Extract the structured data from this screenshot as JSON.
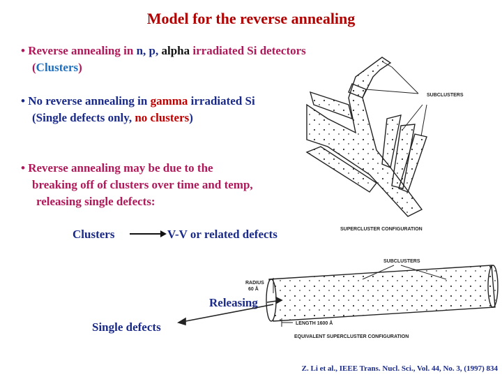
{
  "title": "Model for the reverse annealing",
  "bullets": [
    {
      "line1": {
        "bullet": "• Reverse annealing in ",
        "p1": "n, p,",
        "p2": " alpha",
        "p3": " irradiated Si detectors"
      },
      "line2": {
        "open": "(",
        "hl": "Clusters",
        "close": ")"
      }
    },
    {
      "line1": {
        "a": "• No reverse annealing in ",
        "hl": "gamma",
        "b": " irradiated Si"
      },
      "line2": {
        "a": "(Single defects only, ",
        "hl": "no clusters",
        "b": ")"
      }
    },
    {
      "line1": "• Reverse annealing may be due to the",
      "line2": "breaking off of clusters over time and temp,",
      "line3": "releasing single defects:"
    }
  ],
  "flow": {
    "from": "Clusters",
    "to": "V-V or related defects"
  },
  "releasing": "Releasing",
  "single_defects": "Single defects",
  "figure": {
    "subclusters_top": "SUBCLUSTERS",
    "supercluster_caption": "SUPERCLUSTER CONFIGURATION",
    "subclusters_bottom": "SUBCLUSTERS",
    "radius": "RADIUS",
    "radius_value": "60 Å",
    "length": "LENGTH 1600 Å",
    "equivalent_caption": "EQUIVALENT SUPERCLUSTER CONFIGURATION"
  },
  "citation": "Z. Li et al., IEEE Trans. Nucl. Sci., Vol. 44, No. 3, (1997) 834",
  "colors": {
    "title": "#b00000",
    "magenta": "#b0185a",
    "blue": "#1a2a8a",
    "red": "#c00000"
  }
}
